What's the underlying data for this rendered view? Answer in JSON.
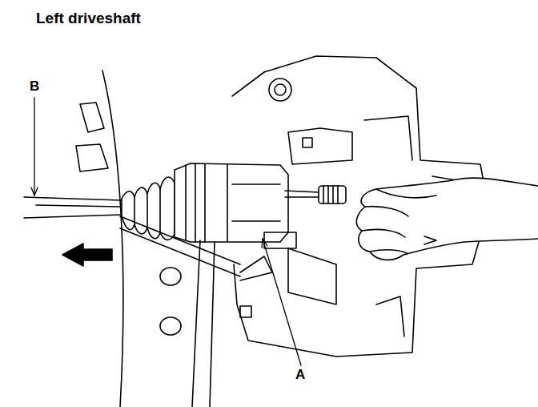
{
  "diagram": {
    "title": "Left driveshaft",
    "labels": [
      "A",
      "B"
    ]
  }
}
